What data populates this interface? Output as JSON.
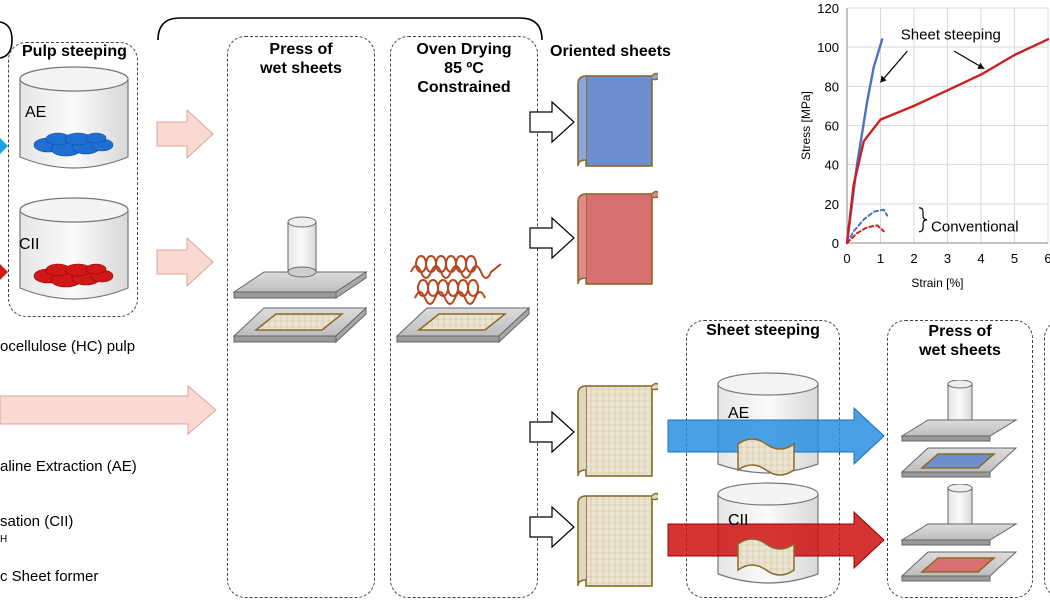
{
  "left_panel": {
    "pulp_steeping": "Pulp steeping",
    "ae": "AE",
    "cii": "CII",
    "hc_pulp": "ocellulose (HC) pulp",
    "alkaline_extraction": "aline Extraction (AE)",
    "cii_full": "sation (CII)",
    "cii_sub": "H",
    "sheet_former": "c Sheet former"
  },
  "process": {
    "press_title": "Press of\nwet sheets",
    "oven_title": "Oven Drying\n85 ºC\nConstrained",
    "oriented_title": "Oriented sheets"
  },
  "bottom_panel": {
    "sheet_steeping": "Sheet steeping",
    "ae": "AE",
    "cii": "CII",
    "press_title": "Press of\nwet sheets"
  },
  "chart_data": {
    "type": "line",
    "xlabel": "Strain [%]",
    "ylabel": "Stress [MPa]",
    "xlim": [
      0,
      6
    ],
    "ylim": [
      0,
      120
    ],
    "x_ticks": [
      "0",
      "1",
      "2",
      "3",
      "4",
      "5",
      "6"
    ],
    "y_ticks": [
      "0",
      "20",
      "40",
      "60",
      "80",
      "100",
      "120"
    ],
    "grid": true,
    "annotations": [
      "Sheet steeping",
      "Conventional"
    ],
    "series": [
      {
        "style": "solid",
        "color": "#4a72c4",
        "points": [
          [
            0,
            0
          ],
          [
            0.3,
            40
          ],
          [
            0.6,
            72
          ],
          [
            0.8,
            90
          ],
          [
            1.05,
            104
          ]
        ]
      },
      {
        "style": "solid",
        "color": "#cc1f1f",
        "points": [
          [
            0,
            0
          ],
          [
            0.2,
            30
          ],
          [
            0.5,
            52
          ],
          [
            1,
            63
          ],
          [
            2,
            70
          ],
          [
            3,
            78
          ],
          [
            4,
            86
          ],
          [
            5,
            96
          ],
          [
            6,
            104
          ]
        ]
      },
      {
        "style": "dashed",
        "color": "#4a72c4",
        "points": [
          [
            0,
            0
          ],
          [
            0.2,
            6
          ],
          [
            0.5,
            12
          ],
          [
            0.8,
            16
          ],
          [
            1.1,
            17
          ],
          [
            1.2,
            14
          ]
        ]
      },
      {
        "style": "dashed",
        "color": "#cc1f1f",
        "points": [
          [
            0,
            0
          ],
          [
            0.3,
            5
          ],
          [
            0.6,
            8
          ],
          [
            0.9,
            9
          ],
          [
            1.1,
            6
          ]
        ]
      }
    ]
  },
  "colors": {
    "blue": "#2f6fd6",
    "red": "#cc1f1f",
    "pink_arrow": "#f9d9d2",
    "sheet_blue": "#6d8fcf",
    "sheet_red": "#d87070",
    "sheet_beige": "#e8e0cc",
    "sheet_border": "#8a6a2a"
  }
}
